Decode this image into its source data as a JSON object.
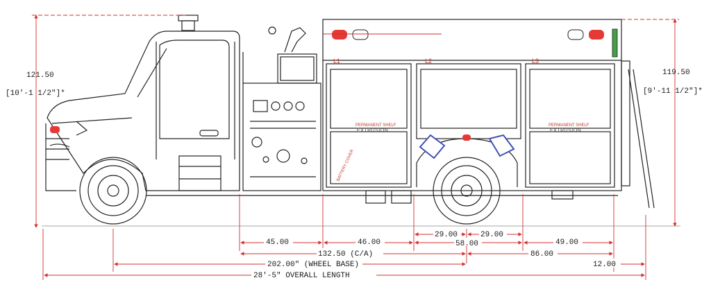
{
  "colors": {
    "dimension_line": "#d32f2f",
    "outline": "#222222",
    "light_red": "#e53935",
    "light_blue": "#3f51b5",
    "light_green": "#43a047"
  },
  "compartments": {
    "l1": "L1",
    "l2": "L2",
    "l3": "L3",
    "shelf_label_1": "PERMANENT SHELF",
    "extrusion_label_1": "EXTRUSION",
    "shelf_label_2": "PERMANENT SHELF",
    "extrusion_label_2": "EXTRUSION",
    "battery_cover": "BATTERY COVER"
  },
  "dimensions": {
    "left_height": "121.50",
    "left_height_ft": "[10'-1 1/2\"]*",
    "right_height": "119.50",
    "right_height_ft": "[9'-11 1/2\"]*",
    "d_45": "45.00",
    "d_46": "46.00",
    "d_29a": "29.00",
    "d_58": "58.00",
    "d_29b": "29.00",
    "d_49": "49.00",
    "ca": "132.50 (C/A)",
    "d_86": "86.00",
    "wheelbase": "202.00\" (WHEEL BASE)",
    "d_12": "12.00",
    "overall": "28'-5\" OVERALL LENGTH"
  }
}
